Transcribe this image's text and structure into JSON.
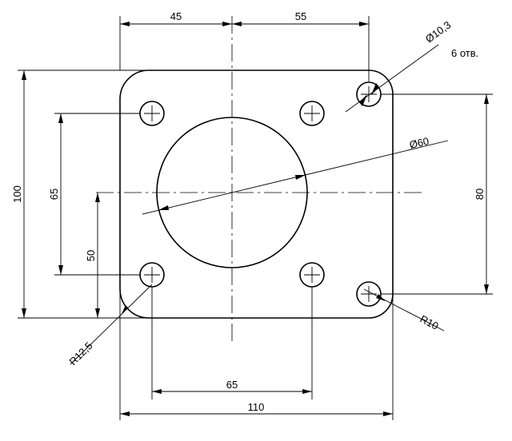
{
  "drawing": {
    "dims": {
      "top_left": "45",
      "top_right": "55",
      "hole_dia": "Ø10,3",
      "hole_count": "6 отв.",
      "center_dia": "Ø60",
      "height_total": "100",
      "height_holes_left": "65",
      "height_center": "50",
      "height_holes_right": "80",
      "radius_bottom_left": "R12,5",
      "radius_bottom_right": "R10",
      "width_holes_bottom": "65",
      "width_total": "110"
    }
  }
}
